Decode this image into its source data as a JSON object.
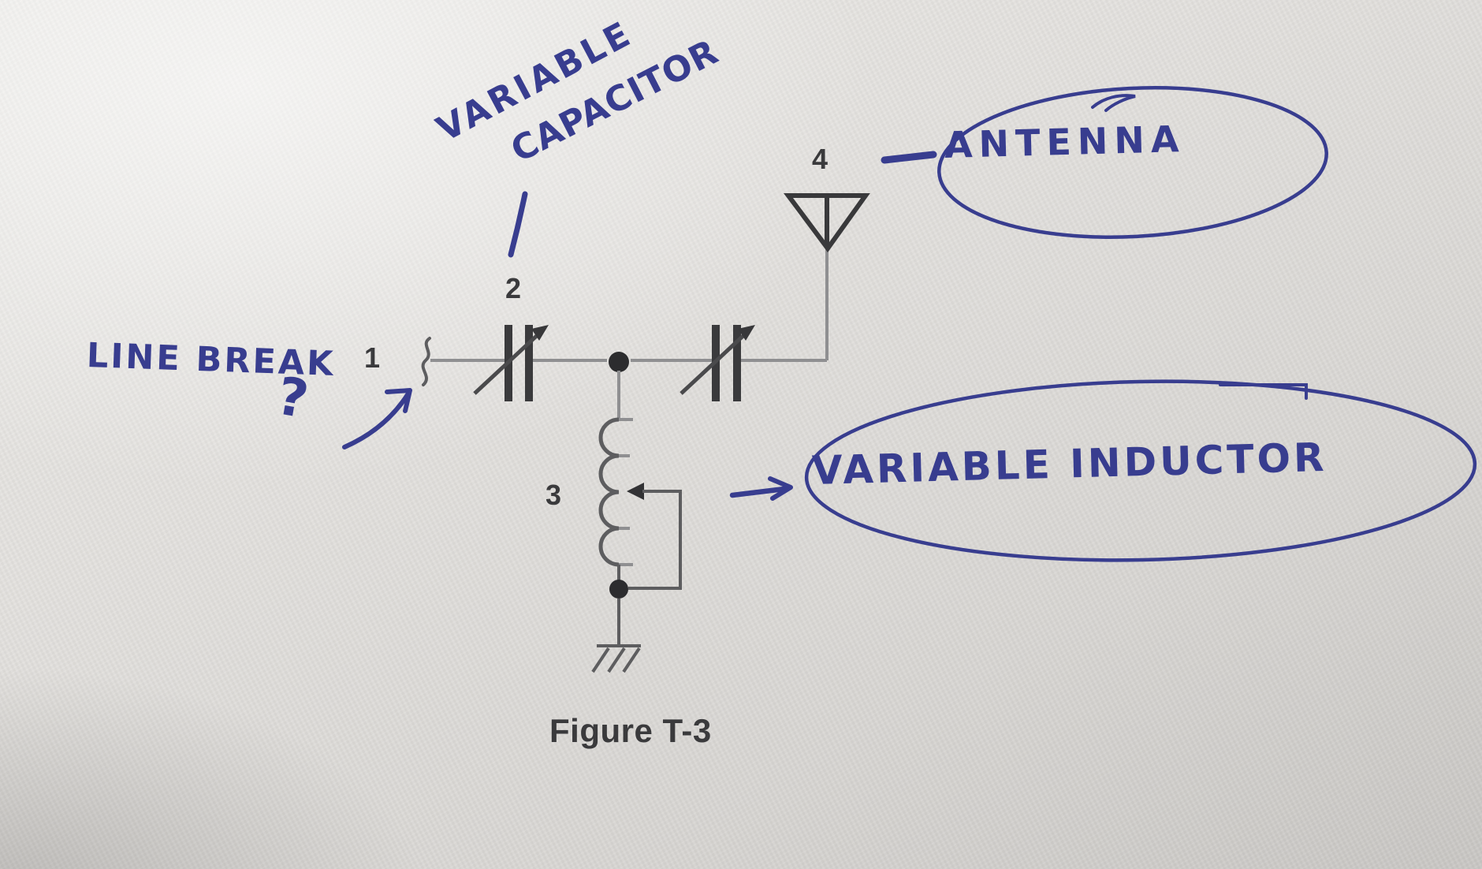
{
  "figure_caption": "Figure T-3",
  "printed_labels": {
    "terminal_1": "1",
    "capacitor_2": "2",
    "inductor_3": "3",
    "antenna_4": "4"
  },
  "handwritten_annotations": {
    "variable_capacitor_line1": "VARIABLE",
    "variable_capacitor_line2": "CAPACITOR",
    "line_break_label": "LINE BREAK",
    "line_break_question": "?",
    "antenna_label": "ANTENNA",
    "variable_inductor_label": "VARIABLE INDUCTOR"
  },
  "colors": {
    "ink_blue": "#383d8f",
    "print_dark": "#3a3a3c",
    "wire_gray": "#8f8f91",
    "paper": "#e0deda"
  }
}
